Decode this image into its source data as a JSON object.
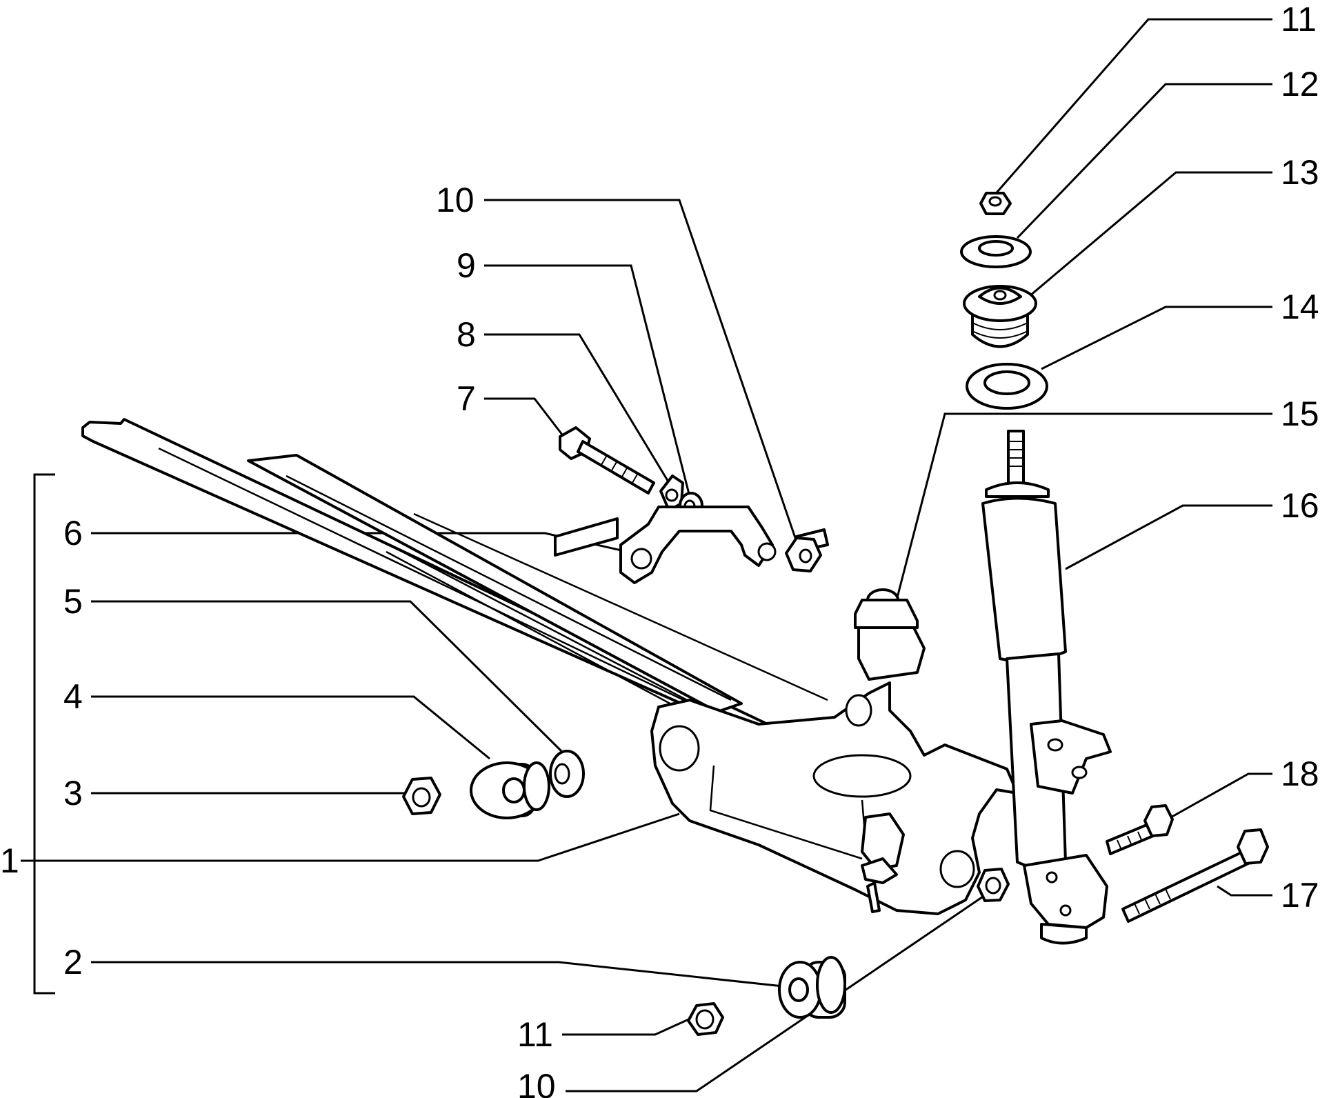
{
  "callouts": [
    {
      "id": "c1",
      "label": "1"
    },
    {
      "id": "c2",
      "label": "2"
    },
    {
      "id": "c3",
      "label": "3"
    },
    {
      "id": "c4",
      "label": "4"
    },
    {
      "id": "c5",
      "label": "5"
    },
    {
      "id": "c6",
      "label": "6"
    },
    {
      "id": "c7",
      "label": "7"
    },
    {
      "id": "c8",
      "label": "8"
    },
    {
      "id": "c9",
      "label": "9"
    },
    {
      "id": "c10a",
      "label": "10"
    },
    {
      "id": "c10b",
      "label": "10"
    },
    {
      "id": "c11a",
      "label": "11"
    },
    {
      "id": "c11b",
      "label": "11"
    },
    {
      "id": "c12",
      "label": "12"
    },
    {
      "id": "c13",
      "label": "13"
    },
    {
      "id": "c14",
      "label": "14"
    },
    {
      "id": "c15",
      "label": "15"
    },
    {
      "id": "c16",
      "label": "16"
    },
    {
      "id": "c17",
      "label": "17"
    },
    {
      "id": "c18",
      "label": "18"
    }
  ]
}
